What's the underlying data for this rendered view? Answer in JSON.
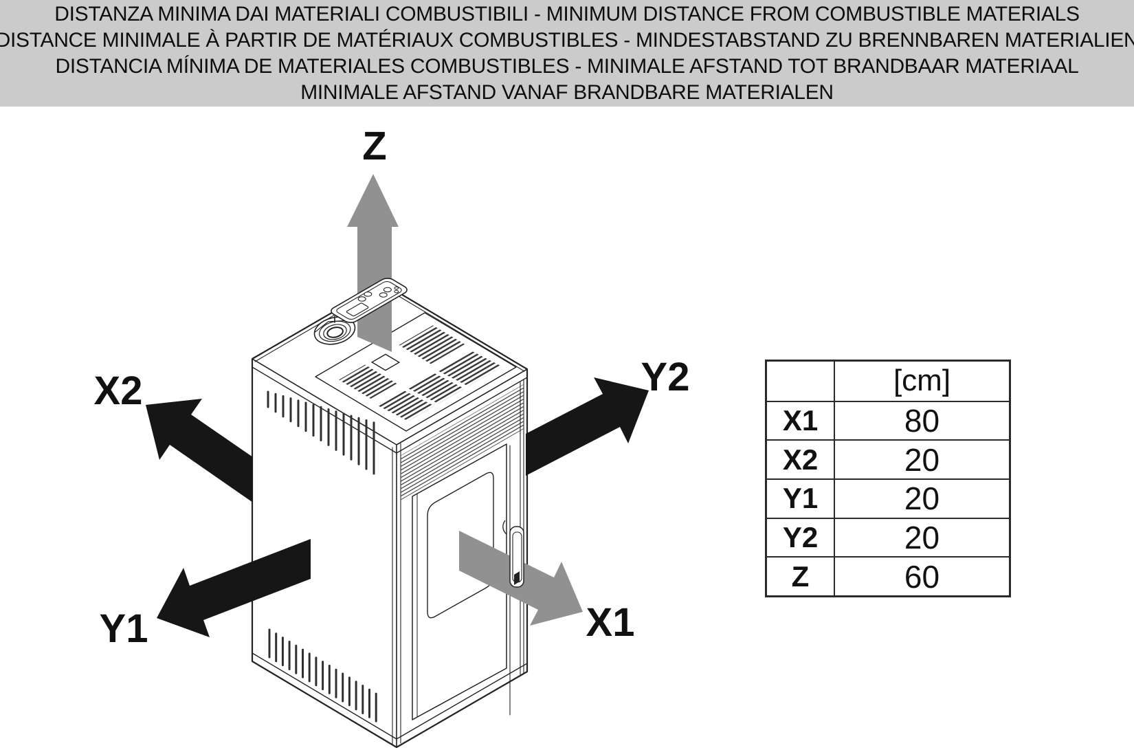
{
  "header": {
    "background": "#cbcbcb",
    "lines": [
      "DISTANZA MINIMA DAI MATERIALI COMBUSTIBILI - MINIMUM DISTANCE FROM COMBUSTIBLE MATERIALS",
      "DISTANCE MINIMALE À PARTIR DE MATÉRIAUX COMBUSTIBLES - MINDESTABSTAND ZU BRENNBAREN MATERIALIEN",
      "DISTANCIA MÍNIMA DE MATERIALES COMBUSTIBLES - MINIMALE AFSTAND TOT BRANDBAAR MATERIAAL",
      "MINIMALE AFSTAND VANAF BRANDBARE MATERIALEN"
    ]
  },
  "diagram": {
    "labels": {
      "z": "Z",
      "x1": "X1",
      "x2": "X2",
      "y1": "Y1",
      "y2": "Y2"
    },
    "colors": {
      "arrow_black": "#161616",
      "arrow_gray": "#919191",
      "line": "#222222"
    }
  },
  "table": {
    "corner": "",
    "unit_header": "[cm]",
    "rows": [
      {
        "label": "X1",
        "value": "80"
      },
      {
        "label": "X2",
        "value": "20"
      },
      {
        "label": "Y1",
        "value": "20"
      },
      {
        "label": "Y2",
        "value": "20"
      },
      {
        "label": "Z",
        "value": "60"
      }
    ]
  }
}
